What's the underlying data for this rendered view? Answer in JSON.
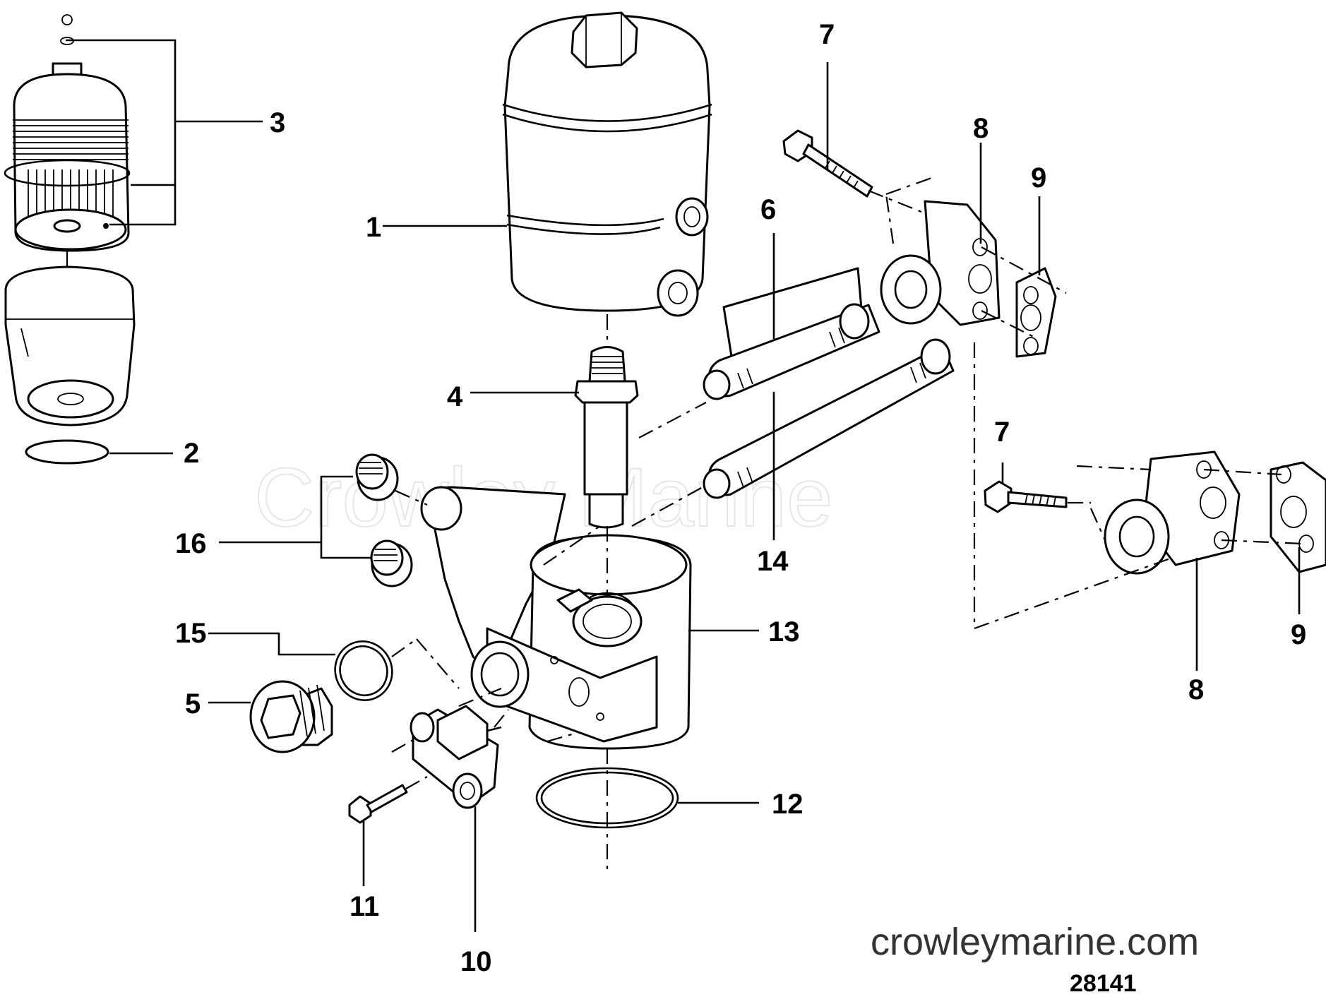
{
  "watermark": "Crowley Marine",
  "website": "crowleymarine.com",
  "diagram_number": "28141",
  "callouts": {
    "c1": "1",
    "c2": "2",
    "c3": "3",
    "c4": "4",
    "c5": "5",
    "c6": "6",
    "c7a": "7",
    "c7b": "7",
    "c8a": "8",
    "c8b": "8",
    "c9a": "9",
    "c9b": "9",
    "c10": "10",
    "c11": "11",
    "c12": "12",
    "c13": "13",
    "c14": "14",
    "c15": "15",
    "c16": "16"
  }
}
